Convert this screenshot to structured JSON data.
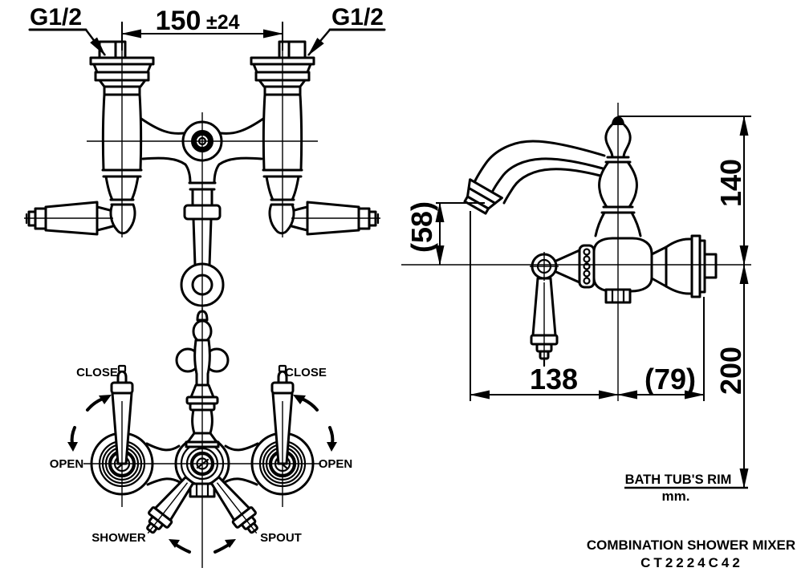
{
  "page": {
    "background": "#ffffff",
    "ink": "#000000"
  },
  "front_view": {
    "thread_left": "G1/2",
    "thread_right": "G1/2",
    "dim_value": "150",
    "dim_tolerance": "±24"
  },
  "top_view": {
    "close_left": "CLOSE",
    "close_right": "CLOSE",
    "open_left": "OPEN",
    "open_right": "OPEN",
    "shower": "SHOWER",
    "spout": "SPOUT"
  },
  "side_view": {
    "dim_height_upper": "140",
    "dim_height_lower": "200",
    "dim_spout_drop": "(58)",
    "dim_spout_reach": "138",
    "dim_wall_offset": "(79)",
    "rim_label": "BATH TUB'S RIM",
    "unit_label": "mm."
  },
  "footer": {
    "product_name": "COMBINATION  SHOWER MIXER",
    "model_code": "CT2224C42"
  }
}
